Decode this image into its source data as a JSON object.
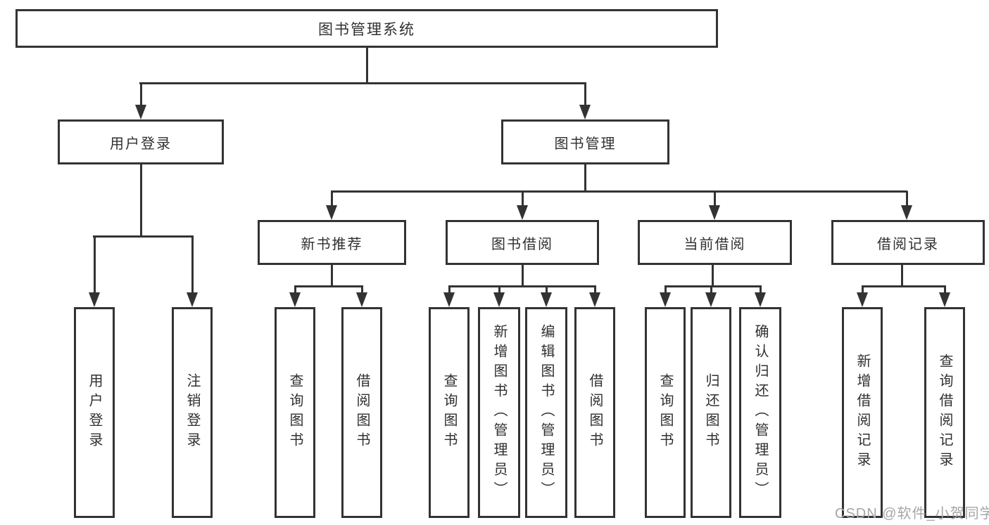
{
  "diagram": {
    "type": "hierarchy-tree",
    "title": "图书管理系统",
    "colors": {
      "line": "#333333",
      "text": "#303030",
      "box_background": "#ffffff",
      "watermark": "#a6a6a6"
    },
    "tree": {
      "root": {
        "label": "图书管理系统"
      },
      "branches": [
        {
          "label": "用户登录",
          "children": [
            {
              "label": "用户登录"
            },
            {
              "label": "注销登录"
            }
          ]
        },
        {
          "label": "图书管理",
          "children": [
            {
              "label": "新书推荐",
              "children": [
                {
                  "label": "查询图书"
                },
                {
                  "label": "借阅图书"
                }
              ]
            },
            {
              "label": "图书借阅",
              "children": [
                {
                  "label": "查询图书"
                },
                {
                  "label": "新增图书（管理员）"
                },
                {
                  "label": "编辑图书（管理员）"
                },
                {
                  "label": "借阅图书"
                }
              ]
            },
            {
              "label": "当前借阅",
              "children": [
                {
                  "label": "查询图书"
                },
                {
                  "label": "归还图书"
                },
                {
                  "label": "确认归还（管理员）"
                }
              ]
            },
            {
              "label": "借阅记录",
              "children": [
                {
                  "label": "新增借阅记录"
                },
                {
                  "label": "查询借阅记录"
                }
              ]
            }
          ]
        }
      ]
    },
    "watermark": "CSDN @软件_小贺同学"
  }
}
